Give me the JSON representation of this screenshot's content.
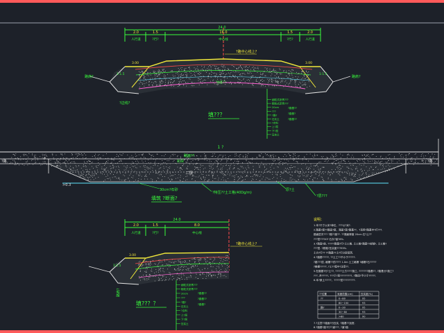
{
  "colors": {
    "background": "#1d2129",
    "cad_green": "#39ff3c",
    "cad_yellow": "#f2e93a",
    "cad_cyan": "#5fe6ff",
    "cad_red": "#ff4a4a",
    "cad_white": "#e6e6e6",
    "cad_magenta": "#ff5fd2",
    "tab_red": "#ff5a5a"
  },
  "section1": {
    "overall_dim": "24.0",
    "dims": [
      "2.0",
      "1.5",
      "16.0",
      "1.5",
      "2.0"
    ],
    "sub_dims": [
      "人行道",
      "?行?",
      "中心线",
      "?行?",
      "人行道"
    ],
    "center_label": "?中心线",
    "top_right_label": "?路中心线上?",
    "left_mark": "3.00",
    "right_mark": "3.00",
    "slope_left": "1:1.5",
    "slope_right": "1:1.5",
    "left_tag": "路肩?",
    "right_tag": "路肩?",
    "left_bottom_tag": "?边线?",
    "title": "填??？",
    "layers": [
      "细粒式沥青???",
      "粗粒式沥青???",
      "20cm",
      "???",
      "?路?",
      "石灰土",
      "?合料",
      "上?层",
      "下?层",
      "压实土"
    ],
    "layer_notes": [
      "?路基??",
      "?路基?",
      "?路基??"
    ]
  },
  "profile": {
    "center_label": "1 ?",
    "top_label": "路面??",
    "mid_label": "石块",
    "lower_label": "二层",
    "left_label": "?路",
    "right_label": "?路",
    "left_depth": ">0.3",
    "bottom_label1": "30cm?石砂",
    "bottom_label2": "?特压??土工格(40Dg/m)",
    "bottom_label3": "原?土",
    "bottom_label4": "?层???",
    "title": "填筑 ?断面?"
  },
  "section2": {
    "overall_dim": "24.0",
    "dims": [
      "2.0",
      "1.5",
      "8.0"
    ],
    "sub_dims": [
      "人行道",
      "?行?",
      "中心线"
    ],
    "top_right_label": "?路中心线上?",
    "left_mark": "3.00",
    "slope": "1:1.5",
    "left_tag": "路肩?",
    "title": "填??？？",
    "layers": [
      "细粒式沥青???",
      "粗粒式沥青???",
      "20cm",
      "???",
      "?路?",
      "石灰土",
      "?合料",
      "上?层",
      "下?层",
      "压实土"
    ],
    "layer_notes": [
      "?路基??",
      "?路基??",
      "?路基?"
    ]
  },
  "notes": {
    "heading": "说明：",
    "lines": [
      "1.本?尺寸以米?单位，???以?米?.",
      "2.路基?度??路面?度，路面?宽?路基??，?采用?路基中?行???.",
      "   路面层次???       ?路??度??.  ??路面厚度       20cm 石?土??",
      "   ???层???30?          石灰?量?6%.",
      "3.?路面?前, ?????路基?行?土工格, 土工格?路基??部铺?, 土工格?",
      "   ???层.    ?原路?压实度???93%.",
      "   土方?行??     ??路基??土?行分层填筑.",
      "4.?路基?????, ??土工??不小于?????.",
      "   ?路???层, 格栅??的???? 1.0m 土工格栅           ?格栅?石?????",
      "   ?格栅?????, ?工??程中?注意??.",
      "5.在路基?行?土??, ?????土方????施工, ???????路基??,    ?路基分?施工?",
      "   ???, 并?????, ???于?层?????????, ?路段?不小于?????.",
      "6.本?原土?????，?????层?????????."
    ],
    "table_headers": [
      "??位置",
      "深度范围(cm)",
      "压实度(%)"
    ],
    "table_rows": [
      [
        "??",
        "0~80",
        "95"
      ],
      [
        "",
        "80~150",
        "93"
      ],
      [
        "路?",
        "0~30",
        "95"
      ],
      [
        "",
        "30~80",
        "93"
      ],
      [
        "",
        ">80",
        "90"
      ]
    ],
    "footer_lines": [
      "7.?注意??路面?行压实, ?路基??加宽.",
      "8.?路基?度?行??道???, ?道?度."
    ]
  }
}
